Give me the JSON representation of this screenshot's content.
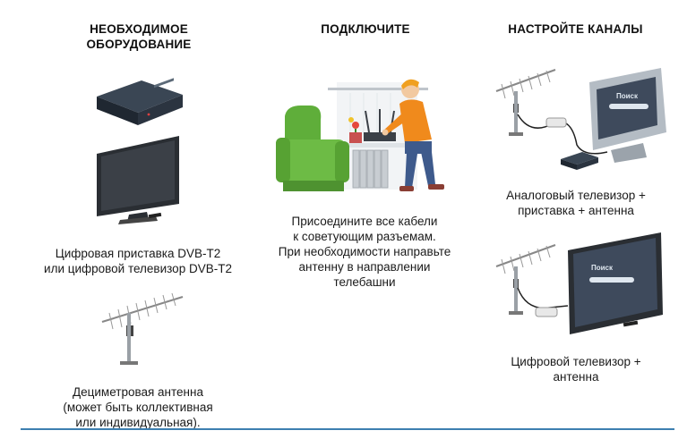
{
  "columns": {
    "equipment": {
      "title_lines": [
        "НЕОБХОДИМОЕ",
        "ОБОРУДОВАНИЕ"
      ],
      "receiver_caption_lines": [
        "Цифровая приставка DVB-T2",
        "или цифровой телевизор DVB-T2"
      ],
      "antenna_caption_lines": [
        "Дециметровая антенна",
        "(может быть коллективная",
        "или индивидуальная)."
      ]
    },
    "connect": {
      "title": "ПОДКЛЮЧИТЕ",
      "caption_lines": [
        "Присоедините все кабели",
        "к советующим разъемам.",
        "При необходимости направьте",
        "антенну в направлении",
        "телебашни"
      ]
    },
    "setup": {
      "title": "НАСТРОЙТЕ КАНАЛЫ",
      "analog_caption_lines": [
        "Аналоговый телевизор +",
        "приставка + антенна"
      ],
      "digital_caption_lines": [
        "Цифровой телевизор +",
        "антенна"
      ],
      "screen_label": "Поиск"
    }
  },
  "colors": {
    "accent_line": "#3d7fb0",
    "chair": "#6dbb45",
    "shirt": "#f08a1c"
  }
}
